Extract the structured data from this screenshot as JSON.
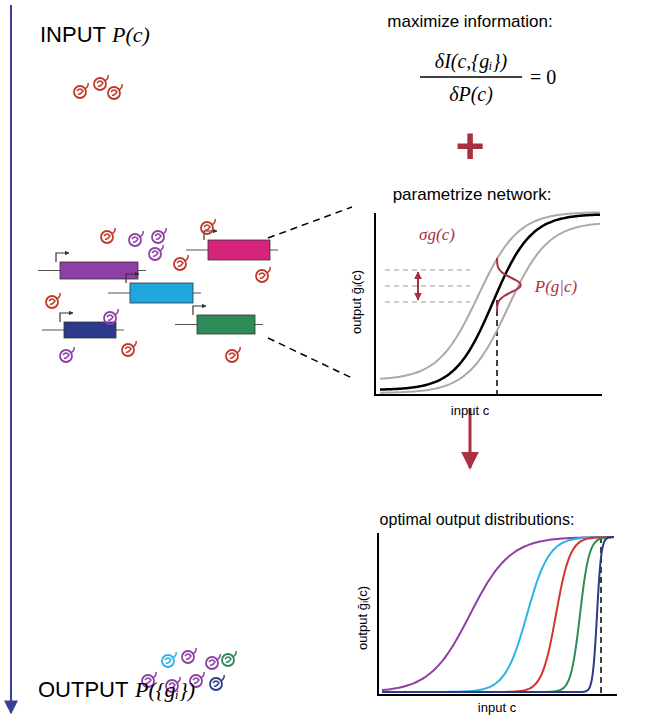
{
  "diagram": {
    "labels": [
      "INPUT",
      "P(c)",
      "maximize information:",
      "δI(c,{gᵢ})",
      "δP(c)",
      "= 0",
      "+",
      "parametrize network:",
      "σg(c)",
      "P(g|c)",
      "output ḡᵢ(c)",
      "input c",
      "optimal output distributions:",
      "output ḡᵢ(c)",
      "input c",
      "OUTPUT",
      "P({gᵢ})"
    ]
  }
}
